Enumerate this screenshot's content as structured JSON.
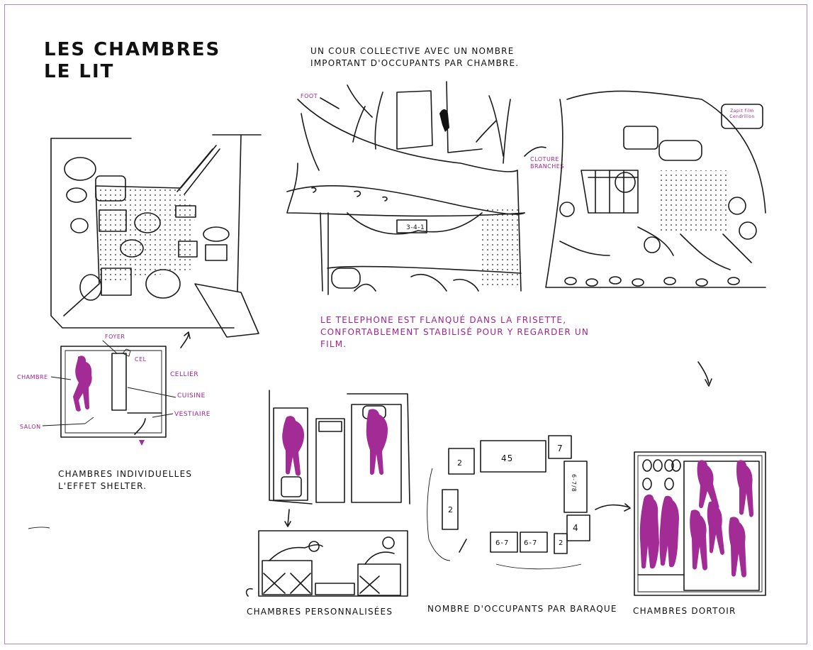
{
  "title": {
    "line1": "LES CHAMBRES",
    "line2": "LE LIT"
  },
  "captions": {
    "courtyard": "UN COUR COLLECTIVE AVEC UN NOMBRE IMPORTANT D'OCCUPANTS PAR CHAMBRE.",
    "phone": "LE TELEPHONE EST FLANQUÉ DANS LA FRISETTE, CONFORTABLEMENT STABILISÉ POUR Y REGARDER UN FILM.",
    "individual": "CHAMBRES INDIVIDUELLES L'EFFET SHELTER.",
    "personalized": "CHAMBRES PERSONNALISÉES",
    "occupants": "NOMBRE D'OCCUPANTS PAR BARAQUE",
    "dorm": "CHAMBRES DORTOIR"
  },
  "plan_labels": {
    "foyer": "FOYER",
    "cel": "CEL",
    "chambre": "CHAMBRE",
    "cellier": "CELLIER",
    "cuisine": "CUISINE",
    "vestiaire": "VESTIAIRE",
    "salon": "SALON"
  },
  "sketch_labels": {
    "foot": "FOOT",
    "clotures": "CLOTURE BRANCHES",
    "phone_screen": "Zapit film Cendrillon",
    "window_tag": "3-4-1"
  },
  "occupant_counts": [
    "2",
    "45",
    "7",
    "2",
    "6-7",
    "6-7",
    "2",
    "4",
    "6-7/8"
  ],
  "colors": {
    "accent": "#a22b95",
    "ink": "#1a1a1a",
    "frame": "#b58bb0"
  }
}
